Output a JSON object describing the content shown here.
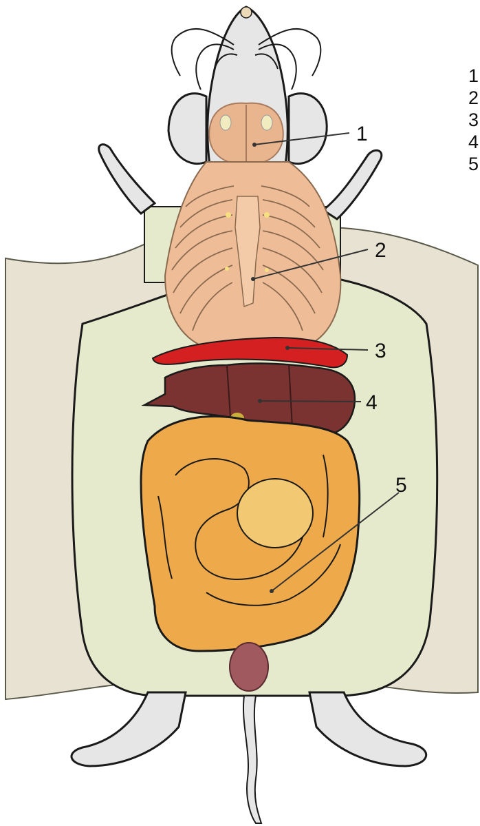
{
  "diagram": {
    "callouts": [
      {
        "number": "1"
      },
      {
        "number": "2"
      },
      {
        "number": "3"
      },
      {
        "number": "4"
      },
      {
        "number": "5"
      }
    ],
    "legend": [
      "1",
      "2",
      "3",
      "4",
      "5"
    ]
  },
  "colors": {
    "body_grey": "#e6e6e6",
    "outline": "#1a1a1a",
    "pinned_skin": "#e8e2d2",
    "body_cavity": "#e4eacb",
    "brain": "#e8b58f",
    "ribcage": "#eebd98",
    "diaphragm": "#d42020",
    "liver": "#7a3330",
    "intestines": "#eda94a",
    "intestines_light": "#f2c873",
    "bladder": "#a05a5f"
  }
}
